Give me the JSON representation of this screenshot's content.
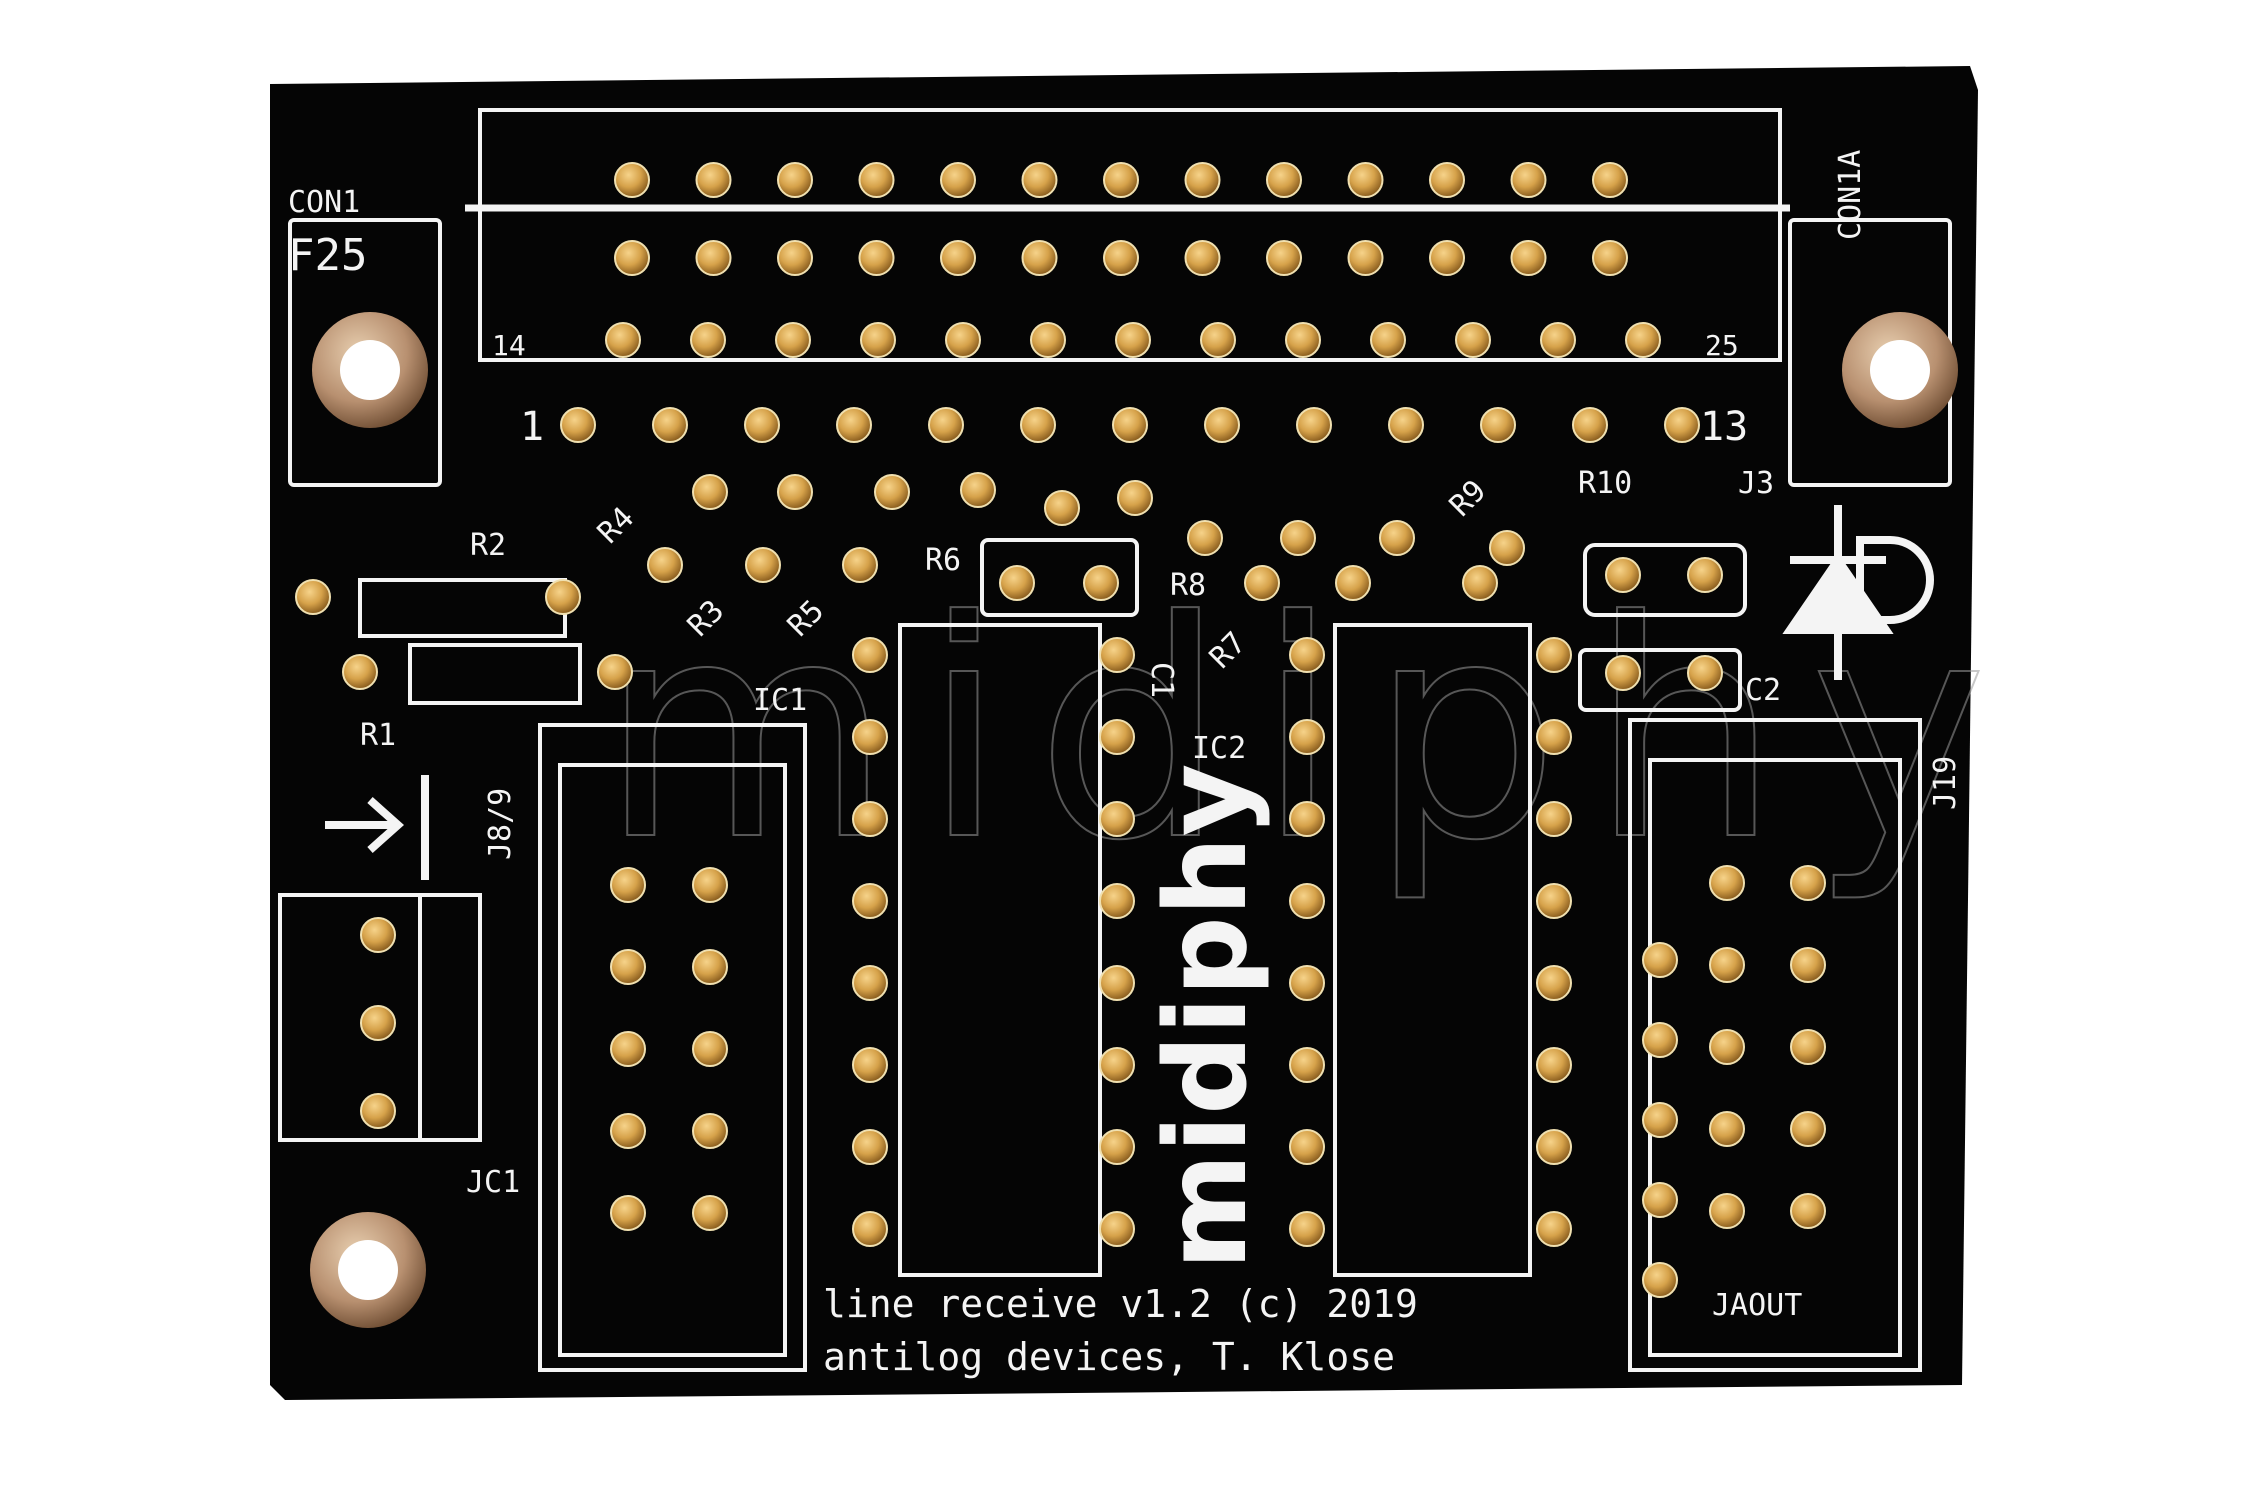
{
  "board": {
    "colors": {
      "background": "#ffffff",
      "pcb": "#050505",
      "silkscreen": "#f4f4f4",
      "gold": "#d6a24a",
      "watermark": "#9a9a9a"
    },
    "labels": {
      "con1": "CON1",
      "con1a": "CON1A",
      "f25": "F25",
      "pin1": "1",
      "pin13": "13",
      "pin14": "14",
      "pin25": "25",
      "r1": "R1",
      "r2": "R2",
      "r3": "R3",
      "r4": "R4",
      "r5": "R5",
      "r6": "R6",
      "r7": "R7",
      "r8": "R8",
      "r9": "R9",
      "r10": "R10",
      "c1": "C1",
      "c2": "C2",
      "ic1": "IC1",
      "ic2": "IC2",
      "j3": "J3",
      "j89": "J8/9",
      "j19": "J19",
      "jc": "JC1",
      "jaout": "JAOUT"
    },
    "logo_text": "midiphy",
    "watermark_text": "midiphy",
    "footer": {
      "line1": "line receive v1.2 (c) 2019",
      "line2": "antilog devices, T. Klose"
    },
    "icons": [
      "mounting-hole-icon",
      "arrow-right-icon",
      "diode-symbol-icon"
    ]
  }
}
